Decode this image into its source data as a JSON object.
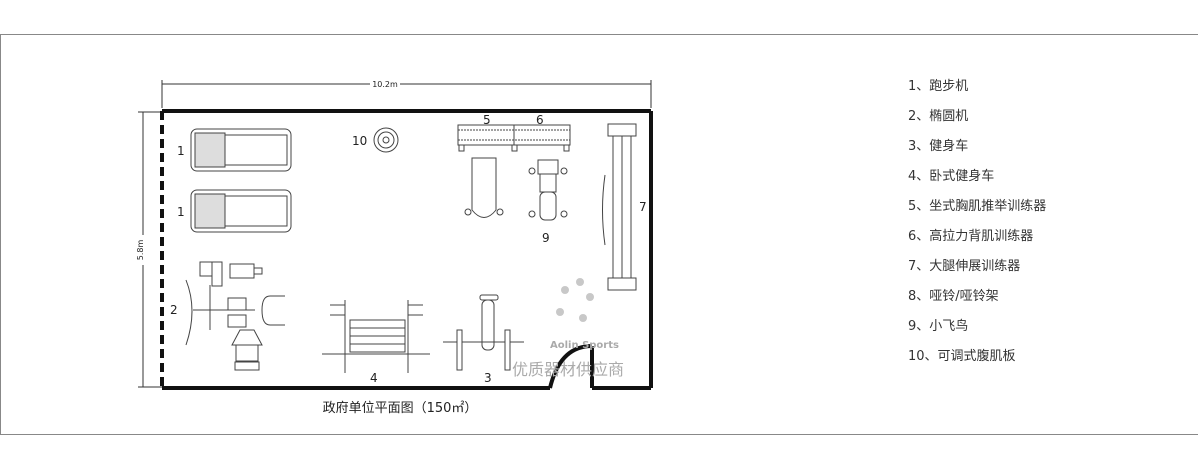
{
  "plan": {
    "width_label": "10.2m",
    "height_label": "5.8m",
    "title": "政府单位平面图（150㎡）",
    "watermark_brand": "Aolin Sports",
    "watermark_text": "优质器材供应商",
    "markers": {
      "m1a": "1",
      "m1b": "1",
      "m2": "2",
      "m3": "3",
      "m4": "4",
      "m5": "5",
      "m6": "6",
      "m7": "7",
      "m9": "9",
      "m10": "10"
    }
  },
  "legend": [
    "1、跑步机",
    "2、椭圆机",
    "3、健身车",
    "4、卧式健身车",
    "5、坐式胸肌推举训练器",
    "6、高拉力背肌训练器",
    "7、大腿伸展训练器",
    "8、哑铃/哑铃架",
    "9、小飞鸟",
    "10、可调式腹肌板"
  ]
}
